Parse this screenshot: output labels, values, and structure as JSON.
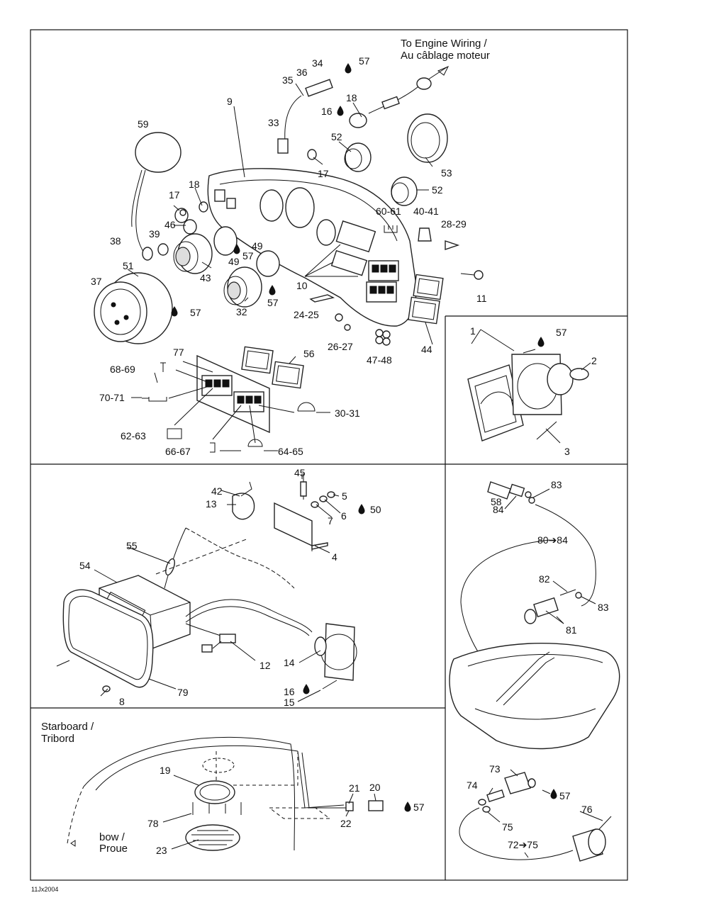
{
  "notes": {
    "engine_wiring_line1": "To Engine Wiring /",
    "engine_wiring_line2": "Au câblage moteur",
    "starboard_line1": "Starboard /",
    "starboard_line2": "Tribord",
    "bow_line1": "bow /",
    "bow_line2": "Proue",
    "figure_code": "11Jx2004"
  },
  "callouts": {
    "c34": "34",
    "c36": "36",
    "c57a": "57",
    "c35": "35",
    "c18a": "18",
    "c9": "9",
    "c16a": "16",
    "c33": "33",
    "c52a": "52",
    "c59": "59",
    "c17a": "17",
    "c53": "53",
    "c18b": "18",
    "c17b": "17",
    "c52b": "52",
    "c46": "46",
    "c60_61": "60-61",
    "c40_41": "40-41",
    "c38": "38",
    "c39": "39",
    "c28_29": "28-29",
    "c49a": "49",
    "c57b": "57",
    "c49b": "49",
    "c51": "51",
    "c43": "43",
    "c10": "10",
    "c37": "37",
    "c57c": "57",
    "c32": "32",
    "c24_25": "24-25",
    "c11": "11",
    "c26_27": "26-27",
    "c1": "1",
    "c57d": "57",
    "c44": "44",
    "c77": "77",
    "c56": "56",
    "c47_48": "47-48",
    "c2": "2",
    "c68_69": "68-69",
    "c70_71": "70-71",
    "c30_31": "30-31",
    "c62_63": "62-63",
    "c66_67": "66-67",
    "c64_65": "64-65",
    "c3": "3",
    "c57e": "57",
    "c45": "45",
    "c42": "42",
    "c5": "5",
    "c13": "13",
    "c6": "6",
    "c50": "50",
    "c7": "7",
    "c58": "58",
    "c83a": "83",
    "c84": "84",
    "c55": "55",
    "c80_84": "80➔84",
    "c4": "4",
    "c54": "54",
    "c82": "82",
    "c83b": "83",
    "c81": "81",
    "c12": "12",
    "c14": "14",
    "c16b": "16",
    "c15": "15",
    "c79": "79",
    "c8": "8",
    "c19": "19",
    "c73": "73",
    "c21": "21",
    "c20": "20",
    "c74": "74",
    "c57f": "57",
    "c22": "22",
    "c57g": "57",
    "c78": "78",
    "c75": "75",
    "c76": "76",
    "c23": "23",
    "c72_75": "72➔75"
  }
}
